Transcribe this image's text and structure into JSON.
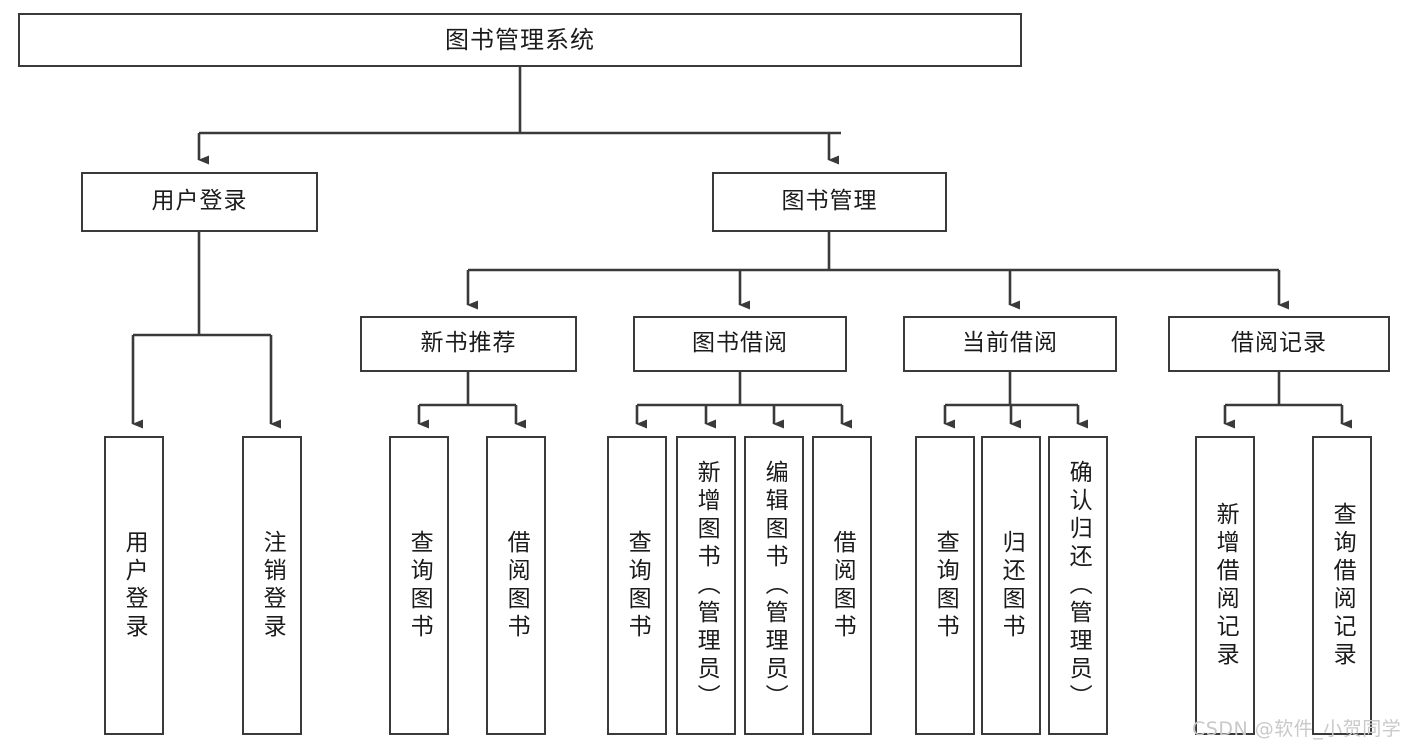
{
  "diagram": {
    "title": "图书管理系统",
    "type": "hierarchy-tree",
    "watermark": "CSDN @软件_小贺同学",
    "colors": {
      "box_border": "#3a3a3a",
      "box_fill": "#ffffff",
      "connector": "#3a3a3a",
      "text": "#1b1b1b",
      "watermark": "#c9c9c9",
      "background": "#ffffff"
    },
    "root": {
      "label": "图书管理系统"
    },
    "level2": [
      {
        "label": "用户登录"
      },
      {
        "label": "图书管理"
      }
    ],
    "level3": [
      {
        "label": "新书推荐"
      },
      {
        "label": "图书借阅"
      },
      {
        "label": "当前借阅"
      },
      {
        "label": "借阅记录"
      }
    ],
    "leaves": {
      "user_login": [
        {
          "label": "用户登录"
        },
        {
          "label": "注销登录"
        }
      ],
      "new_book_recommend": [
        {
          "label": "查询图书"
        },
        {
          "label": "借阅图书"
        }
      ],
      "book_borrow": [
        {
          "label": "查询图书"
        },
        {
          "label": "新增图书（管理员）"
        },
        {
          "label": "编辑图书（管理员）"
        },
        {
          "label": "借阅图书"
        }
      ],
      "current_borrow": [
        {
          "label": "查询图书"
        },
        {
          "label": "归还图书"
        },
        {
          "label": "确认归还（管理员）"
        }
      ],
      "borrow_record": [
        {
          "label": "新增借阅记录"
        },
        {
          "label": "查询借阅记录"
        }
      ]
    }
  }
}
